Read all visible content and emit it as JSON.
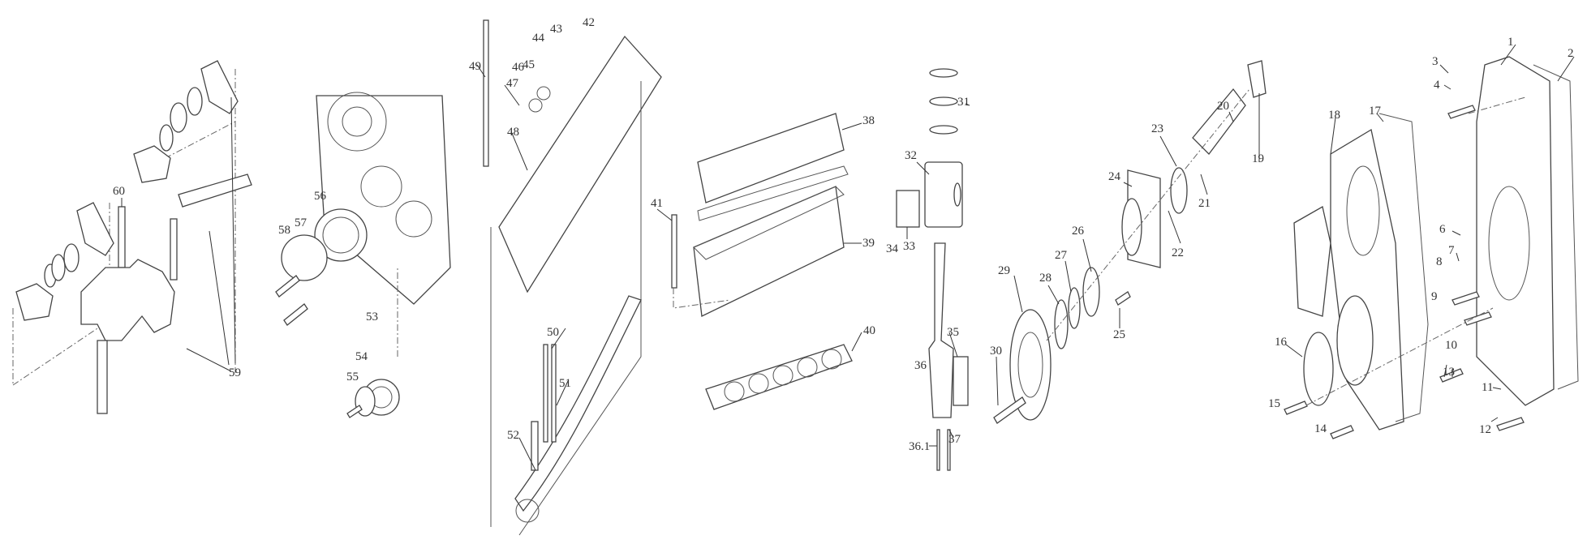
{
  "title": "Engine exploded parts diagram",
  "labels": {
    "p1": "1",
    "p2": "2",
    "p3": "3",
    "p4": "4",
    "p6": "6",
    "p7": "7",
    "p8": "8",
    "p9": "9",
    "p10": "10",
    "p11": "11",
    "p12": "12",
    "p13": "13",
    "p14": "14",
    "p15": "15",
    "p16": "16",
    "p17": "17",
    "p18": "18",
    "p19": "19",
    "p20": "20",
    "p21": "21",
    "p22": "22",
    "p23": "23",
    "p24": "24",
    "p25": "25",
    "p26": "26",
    "p27": "27",
    "p28": "28",
    "p29": "29",
    "p30": "30",
    "p31": "31",
    "p32": "32",
    "p33": "33",
    "p34": "34",
    "p35": "35",
    "p36": "36",
    "p36_1": "36.1",
    "p37": "37",
    "p38": "38",
    "p39": "39",
    "p40": "40",
    "p41": "41",
    "p42": "42",
    "p43": "43",
    "p44": "44",
    "p45": "45",
    "p46": "46",
    "p47": "47",
    "p48": "48",
    "p49": "49",
    "p50": "50",
    "p51": "51",
    "p52": "52",
    "p53": "53",
    "p54": "54",
    "p55": "55",
    "p56": "56",
    "p57": "57",
    "p58": "58",
    "p59": "59",
    "p60": "60"
  }
}
